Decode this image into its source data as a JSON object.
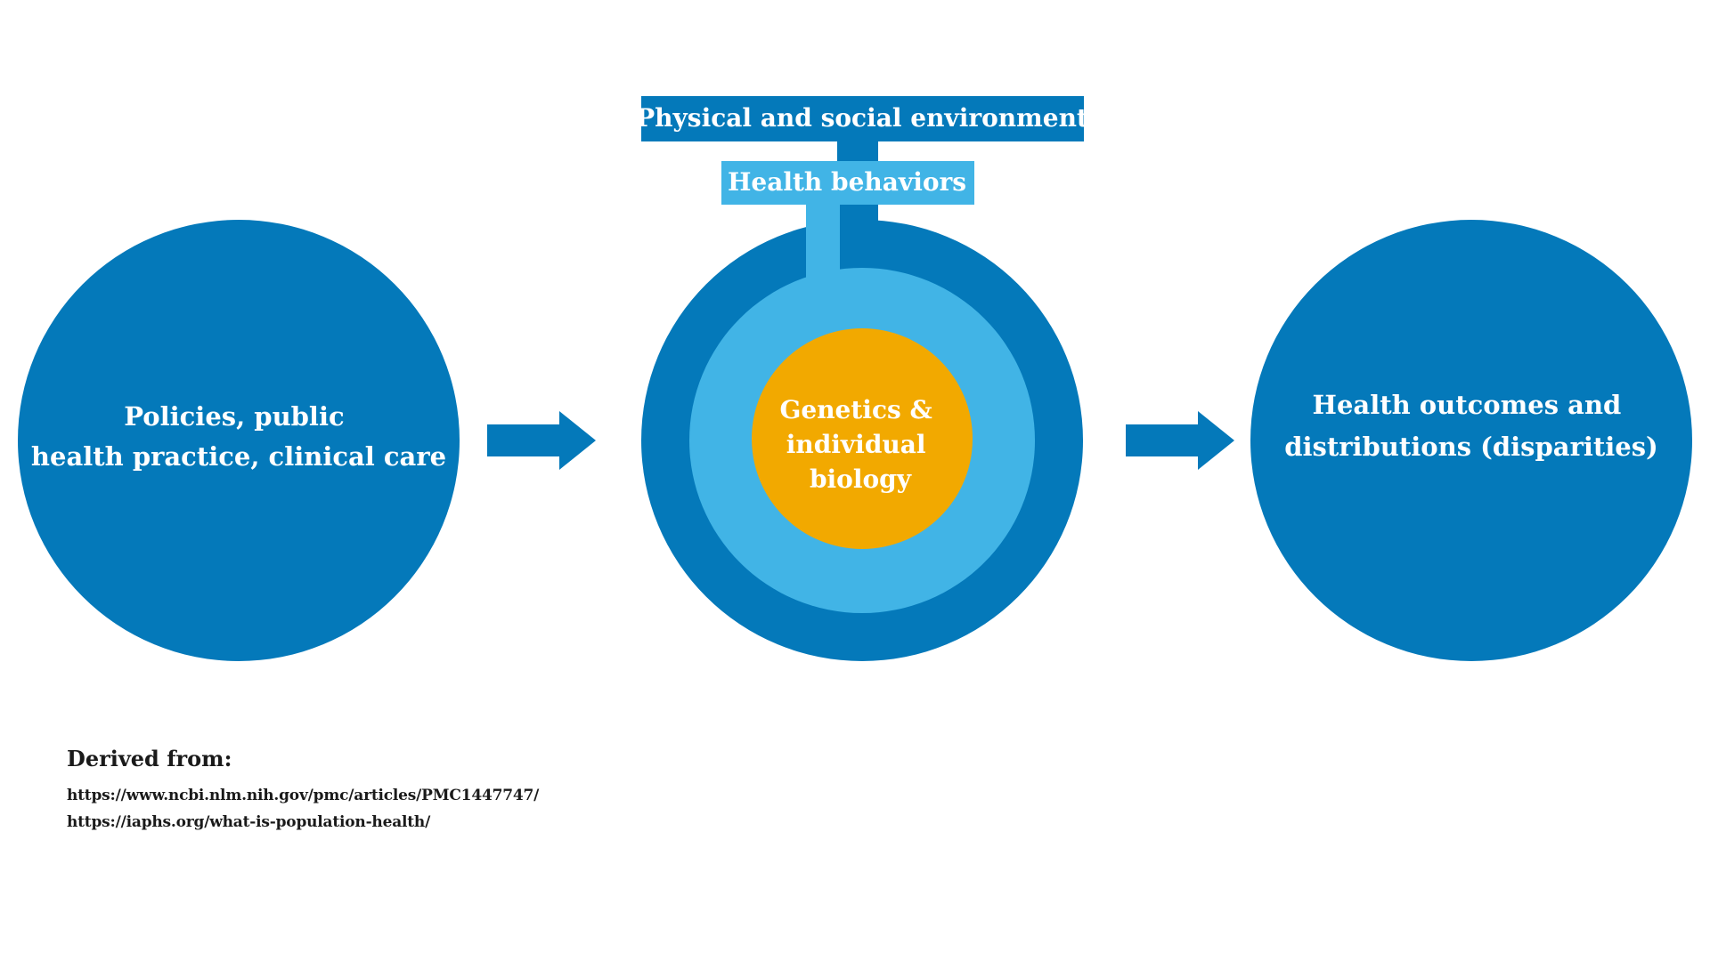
{
  "diagram": {
    "left_circle": {
      "lines": [
        "Policies, public",
        "health practice, clinical care"
      ]
    },
    "center": {
      "outer_label": "Physical and social environment",
      "middle_label": "Health behaviors",
      "core_lines": [
        "Genetics &",
        "individual",
        "biology"
      ]
    },
    "right_circle": {
      "lines": [
        "Health outcomes and",
        "distributions (disparities)"
      ]
    },
    "colors": {
      "dark_blue": "#0479BA",
      "light_blue": "#41B4E6",
      "orange": "#F2A900",
      "text": "#FFFFFF"
    }
  },
  "source": {
    "title": "Derived from:",
    "links": [
      "https://www.ncbi.nlm.nih.gov/pmc/articles/PMC1447747/",
      "https://iaphs.org/what-is-population-health/"
    ]
  }
}
